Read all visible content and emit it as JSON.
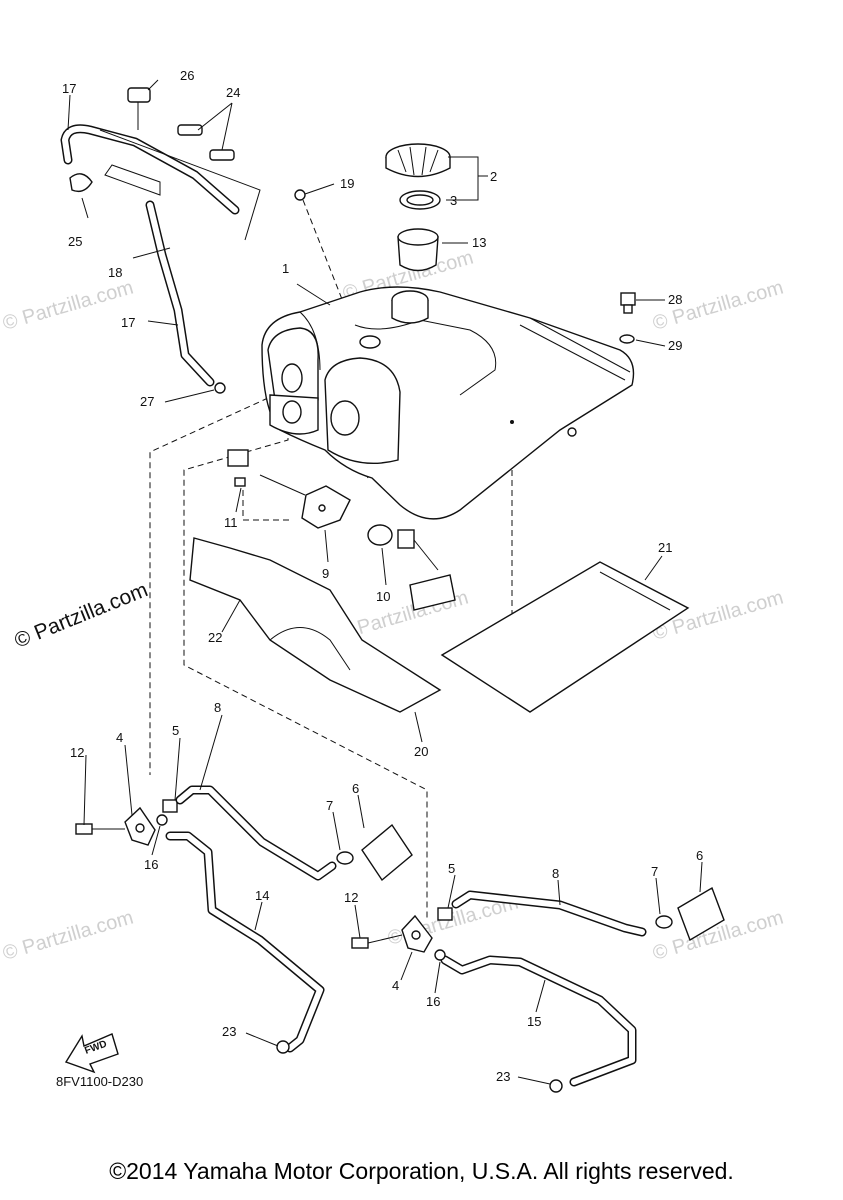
{
  "watermarks": {
    "text": "© Partzilla.com",
    "main": "© Partzilla.com"
  },
  "diagram_code": "8FV1100-D230",
  "fwd_label": "FWD",
  "copyright": "©2014 Yamaha Motor Corporation, U.S.A. All rights reserved.",
  "callouts": {
    "c1": "1",
    "c2": "2",
    "c3": "3",
    "c4a": "4",
    "c4b": "4",
    "c5a": "5",
    "c5b": "5",
    "c6a": "6",
    "c6b": "6",
    "c7a": "7",
    "c7b": "7",
    "c8a": "8",
    "c8b": "8",
    "c9": "9",
    "c10": "10",
    "c11": "11",
    "c12a": "12",
    "c12b": "12",
    "c13": "13",
    "c14": "14",
    "c15": "15",
    "c16a": "16",
    "c16b": "16",
    "c17a": "17",
    "c17b": "17",
    "c18": "18",
    "c19": "19",
    "c20": "20",
    "c21": "21",
    "c22": "22",
    "c23a": "23",
    "c23b": "23",
    "c24": "24",
    "c25": "25",
    "c26": "26",
    "c27": "27",
    "c28": "28",
    "c29": "29"
  }
}
